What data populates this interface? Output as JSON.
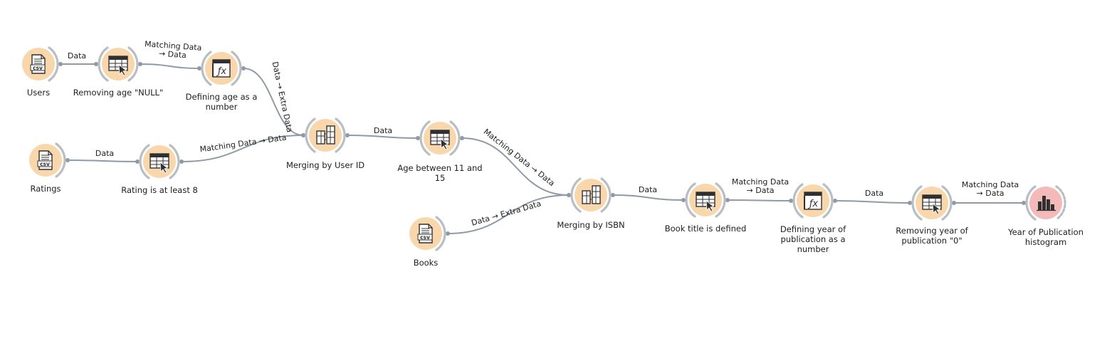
{
  "colors": {
    "node_fill": "#f9d7ad",
    "node_fill_vis": "#f4b9b9",
    "link": "#8e9ba6",
    "arc": "#b9bec3",
    "icon": "#303030",
    "text": "#202020"
  },
  "nodes": [
    {
      "id": "users",
      "label": [
        "Users"
      ],
      "icon": "csv-file-icon"
    },
    {
      "id": "remove-age-null",
      "label": [
        "Removing age \"NULL\""
      ],
      "icon": "select-rows-icon"
    },
    {
      "id": "define-age",
      "label": [
        "Defining age as a",
        "number"
      ],
      "icon": "formula-icon"
    },
    {
      "id": "ratings",
      "label": [
        "Ratings"
      ],
      "icon": "csv-file-icon"
    },
    {
      "id": "rating-8",
      "label": [
        "Rating is at least 8"
      ],
      "icon": "select-rows-icon"
    },
    {
      "id": "merge-user",
      "label": [
        "Merging by User ID"
      ],
      "icon": "merge-data-icon"
    },
    {
      "id": "age-11-15",
      "label": [
        "Age between 11 and",
        "15"
      ],
      "icon": "select-rows-icon"
    },
    {
      "id": "books",
      "label": [
        "Books"
      ],
      "icon": "csv-file-icon"
    },
    {
      "id": "merge-isbn",
      "label": [
        "Merging by ISBN"
      ],
      "icon": "merge-data-icon"
    },
    {
      "id": "title-defined",
      "label": [
        "Book title is defined"
      ],
      "icon": "select-rows-icon"
    },
    {
      "id": "define-year",
      "label": [
        "Defining year of",
        "publication as a",
        "number"
      ],
      "icon": "formula-icon"
    },
    {
      "id": "remove-year-0",
      "label": [
        "Removing year of",
        "publication \"0\""
      ],
      "icon": "select-rows-icon"
    },
    {
      "id": "histogram",
      "label": [
        "Year of Publication",
        "histogram"
      ],
      "icon": "histogram-icon"
    }
  ],
  "links": [
    {
      "from": "users",
      "to": "remove-age-null",
      "label": [
        "Data"
      ]
    },
    {
      "from": "remove-age-null",
      "to": "define-age",
      "label": [
        "Matching Data",
        "→ Data"
      ]
    },
    {
      "from": "define-age",
      "to": "merge-user",
      "label": [
        "Data → Extra Data"
      ]
    },
    {
      "from": "ratings",
      "to": "rating-8",
      "label": [
        "Data"
      ]
    },
    {
      "from": "rating-8",
      "to": "merge-user",
      "label": [
        "Matching Data → Data"
      ]
    },
    {
      "from": "merge-user",
      "to": "age-11-15",
      "label": [
        "Data"
      ]
    },
    {
      "from": "age-11-15",
      "to": "merge-isbn",
      "label": [
        "Matching Data → Data"
      ]
    },
    {
      "from": "books",
      "to": "merge-isbn",
      "label": [
        "Data → Extra Data"
      ]
    },
    {
      "from": "merge-isbn",
      "to": "title-defined",
      "label": [
        "Data"
      ]
    },
    {
      "from": "title-defined",
      "to": "define-year",
      "label": [
        "Matching Data",
        "→ Data"
      ]
    },
    {
      "from": "define-year",
      "to": "remove-year-0",
      "label": [
        "Data"
      ]
    },
    {
      "from": "remove-year-0",
      "to": "histogram",
      "label": [
        "Matching Data",
        "→ Data"
      ]
    }
  ]
}
